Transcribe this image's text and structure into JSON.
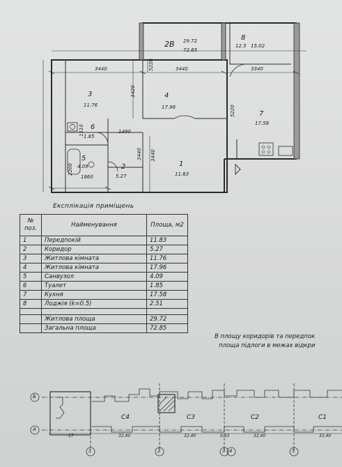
{
  "plan": {
    "apartment": {
      "code": "2В",
      "living_area": "29.72",
      "total_area": "72.85"
    },
    "loggia": {
      "num": "8",
      "area": "12.5",
      "area_k": "15.02"
    },
    "dims": {
      "d3440a": "3440",
      "d5220a": "5220",
      "d3440b": "3440",
      "d3340": "3340",
      "d3420": "3420",
      "d5220b": "5220",
      "d1490": "1490",
      "d1510": "1510",
      "d2200": "2200",
      "d3440c": "3440",
      "d3440d": "3440",
      "d1860": "1860"
    },
    "rooms": [
      {
        "num": "1",
        "area": "11.83"
      },
      {
        "num": "2",
        "area": "5.27"
      },
      {
        "num": "3",
        "area": "11.76"
      },
      {
        "num": "4",
        "area": "17.96"
      },
      {
        "num": "5",
        "area": "4.09"
      },
      {
        "num": "6",
        "area": "1.85"
      },
      {
        "num": "7",
        "area": "17.58"
      }
    ]
  },
  "explication": {
    "title": "Експлікація приміщень",
    "headers": {
      "pos": "№ поз.",
      "name": "Найменування",
      "area": "Площа, м2"
    },
    "rows": [
      {
        "pos": "1",
        "name": "Передпокій",
        "area": "11.83"
      },
      {
        "pos": "2",
        "name": "Коридор",
        "area": "5.27"
      },
      {
        "pos": "3",
        "name": "Житлова кімната",
        "area": "11.76"
      },
      {
        "pos": "4",
        "name": "Житлова кімната",
        "area": "17.96"
      },
      {
        "pos": "5",
        "name": "Санвузол",
        "area": "4.09"
      },
      {
        "pos": "6",
        "name": "Туалет",
        "area": "1.85"
      },
      {
        "pos": "7",
        "name": "Кухня",
        "area": "17.58"
      },
      {
        "pos": "8",
        "name": "Лоджія (k=0.5)",
        "area": "2.51"
      }
    ],
    "totals": [
      {
        "name": "Житлова площа",
        "area": "29.72"
      },
      {
        "name": "Загальна площа",
        "area": "72.85"
      }
    ]
  },
  "note": {
    "line1": "В площу коридорів та передпок",
    "line2": "площа підлоги в межах відкри"
  },
  "key_plan": {
    "sections": [
      "С4",
      "С3",
      "С2",
      "С1"
    ],
    "axis_letters": [
      "Б",
      "А"
    ],
    "axis_numbers": [
      "1",
      "2",
      "3",
      "4",
      "5"
    ],
    "dims": [
      "17",
      "32,40",
      "32,40",
      "0,33",
      "32,40",
      "32,40"
    ]
  }
}
